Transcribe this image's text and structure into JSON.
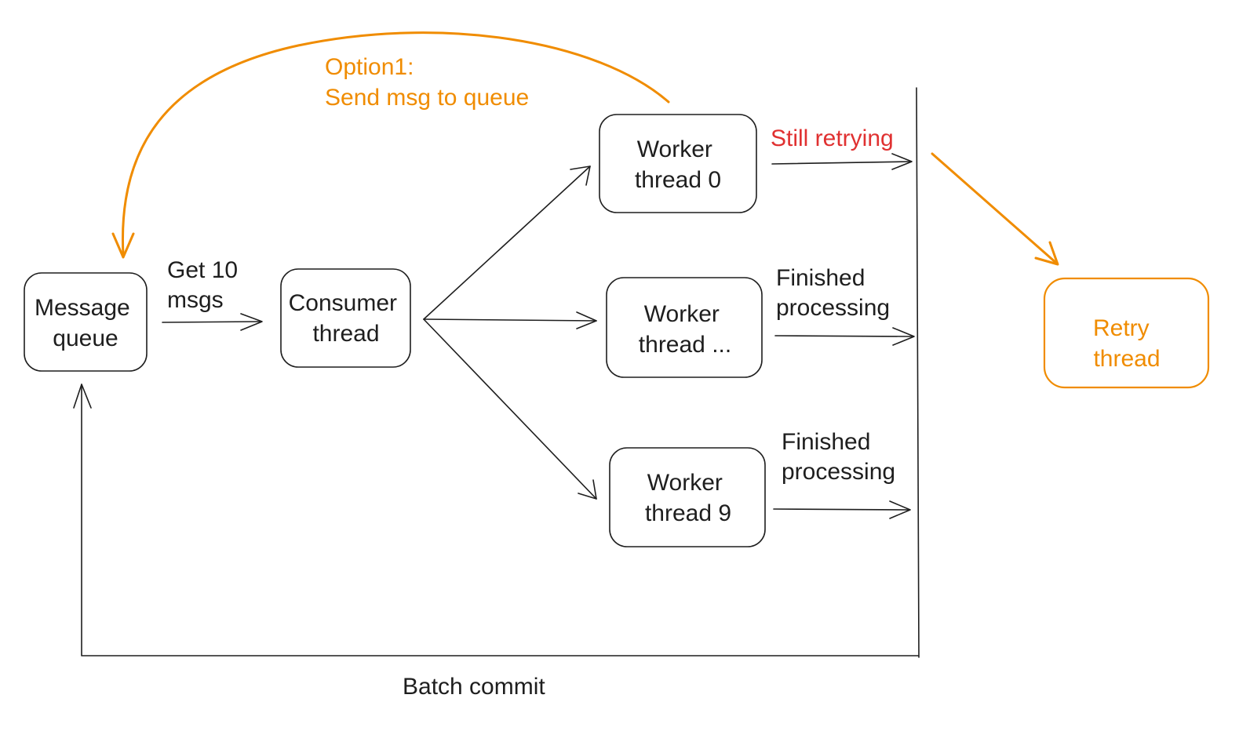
{
  "colors": {
    "ink": "#1e1e1e",
    "accent": "#f08c00",
    "alert": "#e03131",
    "background": "#ffffff"
  },
  "nodes": {
    "message_queue": [
      "Message",
      "queue"
    ],
    "consumer_thread": [
      "Consumer",
      "thread"
    ],
    "worker_thread_0": [
      "Worker",
      "thread 0"
    ],
    "worker_thread_mid": [
      "Worker",
      "thread ..."
    ],
    "worker_thread_9": [
      "Worker",
      "thread 9"
    ],
    "retry_thread": [
      "Retry",
      "thread"
    ]
  },
  "labels": {
    "get_msgs": [
      "Get 10",
      "msgs"
    ],
    "option1": [
      "Option1:",
      "Send msg to queue"
    ],
    "still_retrying": "Still retrying",
    "finished_1": [
      "Finished",
      "processing"
    ],
    "finished_2": [
      "Finished",
      "processing"
    ],
    "batch_commit": "Batch commit"
  }
}
